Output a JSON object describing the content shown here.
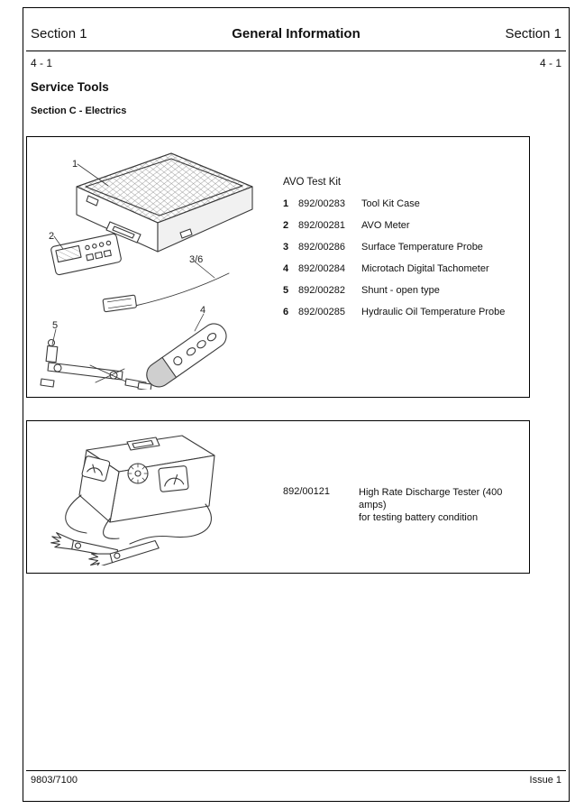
{
  "header": {
    "left_section": "Section 1",
    "title": "General Information",
    "right_section": "Section 1"
  },
  "page_ref": {
    "left": "4 - 1",
    "right": "4 - 1"
  },
  "headings": {
    "title": "Service Tools",
    "subtitle": "Section C - Electrics"
  },
  "avo_kit": {
    "title": "AVO Test Kit",
    "items": [
      {
        "num": "1",
        "part": "892/00283",
        "desc": "Tool Kit Case"
      },
      {
        "num": "2",
        "part": "892/00281",
        "desc": "AVO Meter"
      },
      {
        "num": "3",
        "part": "892/00286",
        "desc": "Surface Temperature Probe"
      },
      {
        "num": "4",
        "part": "892/00284",
        "desc": "Microtach Digital Tachometer"
      },
      {
        "num": "5",
        "part": "892/00282",
        "desc": "Shunt - open type"
      },
      {
        "num": "6",
        "part": "892/00285",
        "desc": "Hydraulic Oil Temperature Probe"
      }
    ],
    "callouts": [
      "1",
      "2",
      "3/6",
      "4",
      "5"
    ]
  },
  "discharge_tester": {
    "part_number": "892/00121",
    "description_line1": "High Rate Discharge Tester (400 amps)",
    "description_line2": "for testing battery condition"
  },
  "footer": {
    "left": "9803/7100",
    "right": "Issue 1"
  }
}
